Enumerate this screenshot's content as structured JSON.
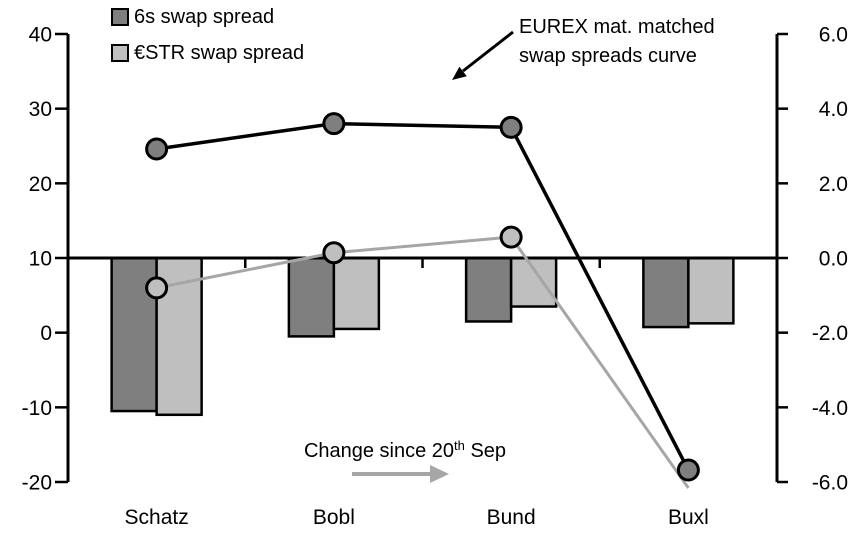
{
  "legend": {
    "items": [
      {
        "label": "6s swap spread",
        "swatch_color": "#7f7f7f"
      },
      {
        "label": "€STR swap spread",
        "swatch_color": "#bfbfbf"
      }
    ]
  },
  "annotations": {
    "curve_note": {
      "line1": "EUREX mat. matched",
      "line2": "swap spreads curve"
    },
    "change_note": {
      "prefix": "Change since 20",
      "superscript": "th",
      "suffix": " Sep"
    }
  },
  "chart_data": {
    "type": "combo (bar + line, dual axis)",
    "categories": [
      "Schatz",
      "Bobl",
      "Bund",
      "Buxl"
    ],
    "bar_series": [
      {
        "name": "6s swap spread",
        "axis": "right",
        "color": "#7f7f7f",
        "values": [
          -4.1,
          -2.1,
          -1.7,
          -1.85
        ]
      },
      {
        "name": "€STR swap spread",
        "axis": "right",
        "color": "#bfbfbf",
        "values": [
          -4.2,
          -1.9,
          -1.3,
          -1.75
        ]
      }
    ],
    "line_series": [
      {
        "name": "6s swap spread level (EUREX mat. matched swap spreads curve)",
        "axis": "left",
        "color": "#000000",
        "marker_fill": "#7f7f7f",
        "values": [
          24.6,
          28.0,
          27.5,
          -18.4
        ],
        "markers": [
          true,
          true,
          true,
          true
        ]
      },
      {
        "name": "€STR swap spread level",
        "axis": "left",
        "color": "#a6a6a6",
        "marker_fill": "#bfbfbf",
        "values": [
          6.0,
          10.7,
          12.8,
          -20.8
        ],
        "markers": [
          true,
          true,
          true,
          false
        ]
      }
    ],
    "left_axis": {
      "ticks": [
        "40",
        "30",
        "20",
        "10",
        "0",
        "-10",
        "-20"
      ],
      "range": [
        -20,
        40
      ]
    },
    "right_axis": {
      "ticks": [
        "6.0",
        "4.0",
        "2.0",
        "0.0",
        "-2.0",
        "-4.0",
        "-6.0"
      ],
      "range": [
        -6.0,
        6.0
      ]
    },
    "baseline_left_value": 10,
    "grid": "off",
    "legend_position": "top-left"
  }
}
